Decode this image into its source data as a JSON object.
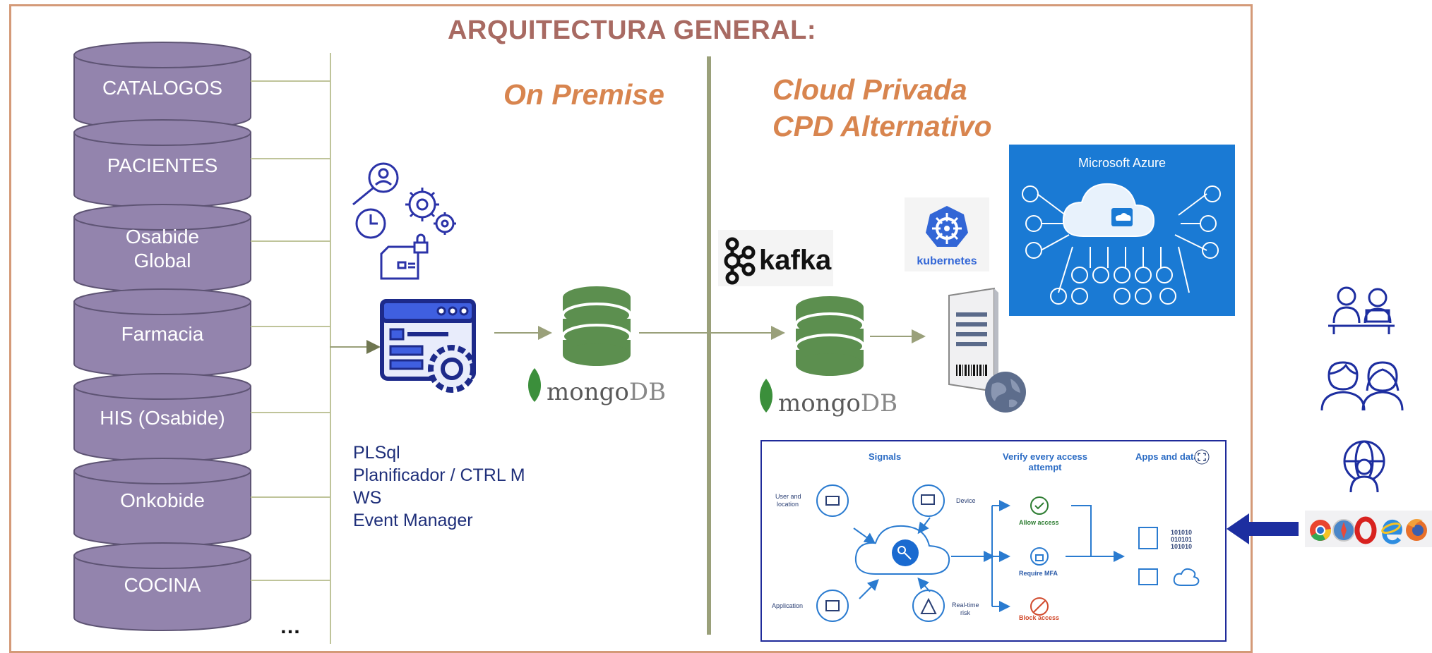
{
  "title": "ARQUITECTURA GENERAL:",
  "sections": {
    "on_premise": "On Premise",
    "cloud_line1": "Cloud Privada",
    "cloud_line2": "CPD Alternativo"
  },
  "sources": [
    {
      "line1": "CATALOGOS",
      "line2": ""
    },
    {
      "line1": "PACIENTES",
      "line2": ""
    },
    {
      "line1": "Osabide",
      "line2": "Global"
    },
    {
      "line1": "Farmacia",
      "line2": ""
    },
    {
      "line1": "HIS (Osabide)",
      "line2": ""
    },
    {
      "line1": "Onkobide",
      "line2": ""
    },
    {
      "line1": "COCINA",
      "line2": ""
    }
  ],
  "ellipsis": "…",
  "technologies": [
    "PLSql",
    "Planificador / CTRL M",
    "WS",
    "Event Manager"
  ],
  "mongodb": {
    "mongo": "mongo",
    "db": "DB"
  },
  "kafka_label": "kafka",
  "kubernetes_label": "kubernetes",
  "azure_title": "Microsoft Azure",
  "zero_trust": {
    "signals": "Signals",
    "verify_line1": "Verify every access",
    "verify_line2": "attempt",
    "apps": "Apps and data",
    "user_line1": "User and",
    "user_line2": "location",
    "device": "Device",
    "application": "Application",
    "risk_line1": "Real-time",
    "risk_line2": "risk",
    "allow": "Allow access",
    "mfa": "Require MFA",
    "block": "Block access",
    "binary": [
      "101010",
      "010101",
      "101010"
    ]
  },
  "colors": {
    "cylinder": "#9384ad",
    "cylinder_edge": "#5e5474",
    "frame": "#d49a78",
    "title": "#a86a62",
    "section": "#d8854f",
    "mongo_green": "#5c8f4f",
    "arrow_navy": "#1d2ea0"
  },
  "icons": [
    "magnifier-user-icon",
    "gears-icon",
    "clock-icon",
    "locked-document-icon",
    "app-settings-icon",
    "database-icon",
    "mongodb-leaf-icon",
    "kafka-icon",
    "kubernetes-icon",
    "server-icon",
    "globe-icon",
    "azure-cloud-icon",
    "users-desk-icon",
    "users-icon",
    "globe-user-icon",
    "browsers-icon",
    "arrow-left-icon"
  ]
}
